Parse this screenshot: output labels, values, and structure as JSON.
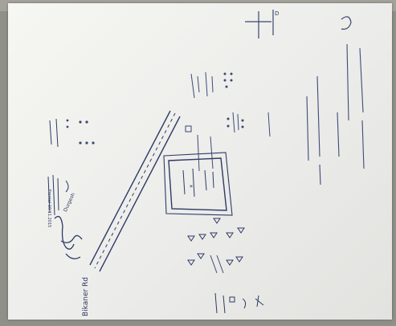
{
  "handwritten_notes": {
    "margin_signature_name": "Durgesh",
    "margin_signature_date": "Frontal 10.11.2015",
    "road_label": "Bikaner Rd",
    "text_stamp_upper": "D",
    "symbol_star": "*"
  },
  "sketch": {
    "ink_color": "#2c3a63",
    "paper_color": "#f2f2ee"
  }
}
